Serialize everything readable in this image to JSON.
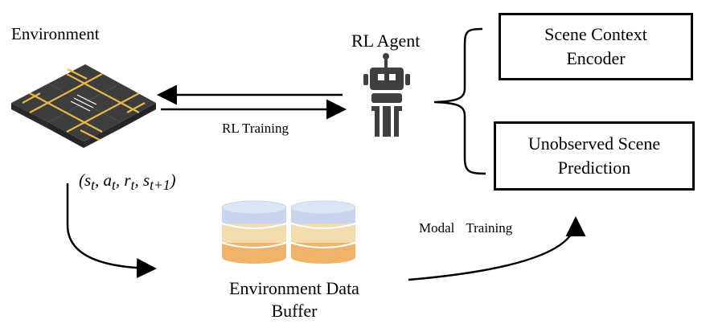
{
  "environment": {
    "title": "Environment"
  },
  "agent": {
    "title": "RL Agent"
  },
  "edges": {
    "rl_training": "RL Training",
    "transition_tuple": "(s_t, a_t, r_t, s_{t+1})",
    "modal_training": "Modal Training"
  },
  "buffer": {
    "title": "Environment Data Buffer"
  },
  "modules": {
    "encoder": "Scene Context Encoder",
    "prediction": "Unobserved Scene Prediction"
  },
  "colors": {
    "road": "#3d3d3d",
    "lane_marking": "#e8b64a",
    "robot": "#3f3f3f",
    "db_blue": "#c7d6ee",
    "db_cream": "#f3dcae",
    "db_orange": "#efb36a"
  }
}
